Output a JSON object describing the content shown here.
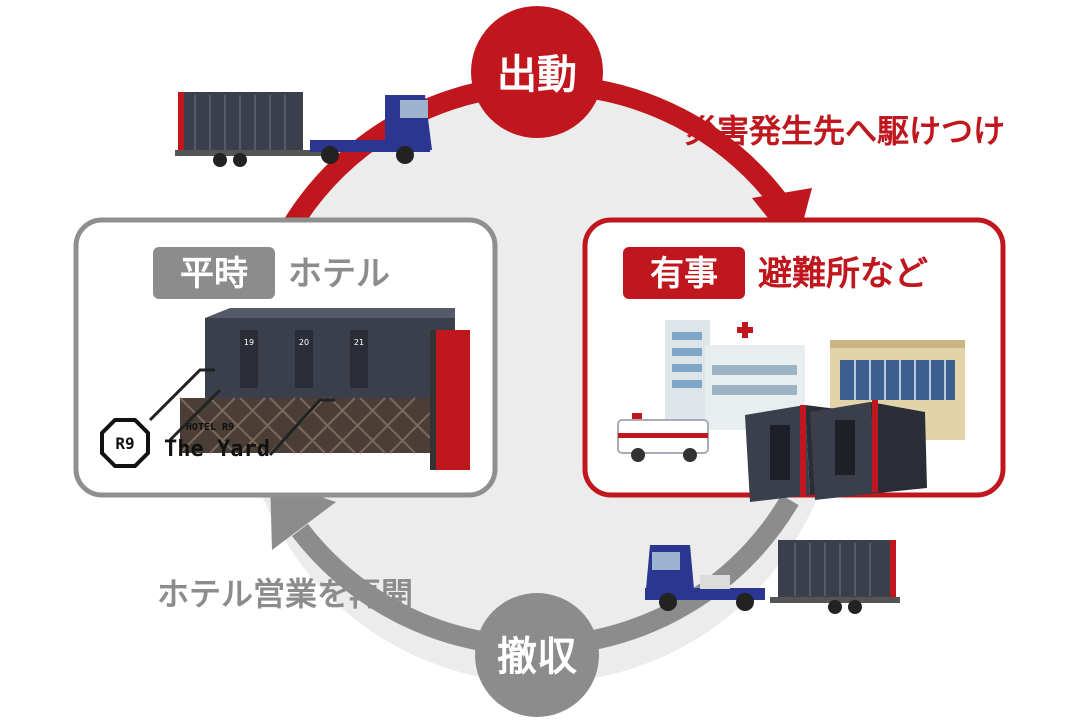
{
  "top_circle": {
    "label": "出動"
  },
  "bottom_circle": {
    "label": "撤収"
  },
  "arrow_red_caption": "災害発生先へ駆けつけ",
  "arrow_gray_caption": "ホテル営業を再開",
  "left_panel": {
    "badge": "平時",
    "title": "ホテル",
    "logo_mark": "R9",
    "logo_small": "HOTEL R9",
    "logo_name": "The Yard",
    "room_numbers": [
      "19",
      "20",
      "21"
    ]
  },
  "right_panel": {
    "badge": "有事",
    "title": "避難所など"
  },
  "colors": {
    "red": "#c0161d",
    "gray": "#8c8c8c",
    "light_gray_bg": "#ececec",
    "panel_gray_border": "#8f8f8f",
    "truck_blue": "#2b3690",
    "container": "#3b3f4c"
  },
  "icons": [
    "truck-with-container-icon",
    "hotel-container-icon",
    "hospital-icon",
    "ambulance-icon",
    "building-icon"
  ]
}
